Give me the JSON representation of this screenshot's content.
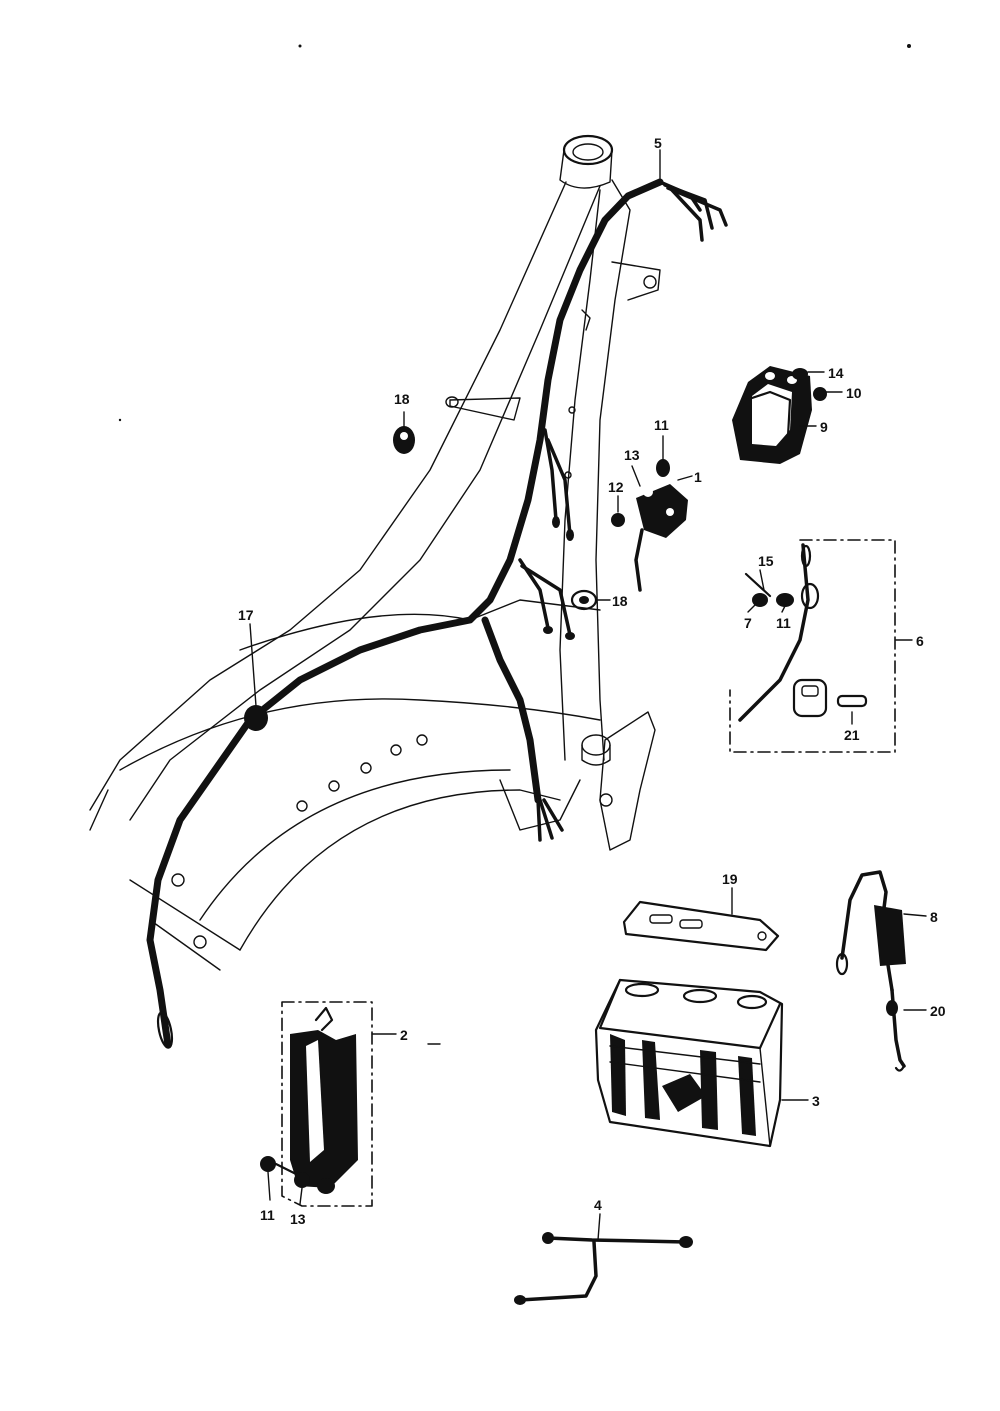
{
  "diagram": {
    "ink_color": "#111111",
    "paper_color": "#ffffff",
    "callouts": {
      "harness": "5",
      "regulator_cap": "14",
      "regulator_screw": "10",
      "regulator": "9",
      "grommet_left": "18",
      "relay_screw": "11",
      "relay_nut": "13",
      "relay_washer": "12",
      "relay": "1",
      "frame_grommet": "18",
      "clamp": "17",
      "fuse_nut": "15",
      "fuse_bolt": "7",
      "fuse_washer": "11",
      "fuse_group": "6",
      "fuse": "21",
      "battery_band": "19",
      "fuse_holder": "8",
      "fuse_clip": "20",
      "battery": "3",
      "rectifier_group": "2",
      "rectifier_screw": "11",
      "rectifier_nut": "13",
      "battery_lead": "4"
    }
  }
}
